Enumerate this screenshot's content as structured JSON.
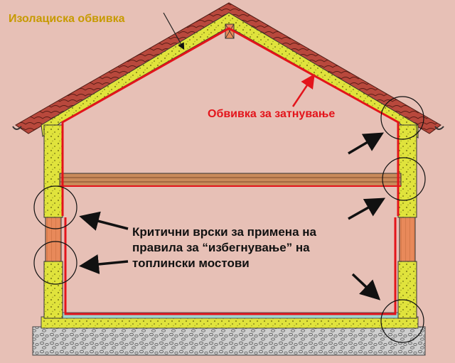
{
  "labels": {
    "insulation": "Изолациска обвивка",
    "vapour_barrier": "Обвивка за затнување",
    "critical_lines": [
      "Критични врски за примена на",
      "правила за “избегнување” на",
      "топлински мостови"
    ]
  },
  "colors": {
    "background": "#e7c0b6",
    "insulation": "#e0e33c",
    "vapour_barrier": "#e3141b",
    "roof_tiles": "#b8483c",
    "brick": "#e8895a",
    "insulation_label": "#c79a00"
  },
  "icons": [
    "arrow-icon",
    "circle-marker-icon"
  ]
}
